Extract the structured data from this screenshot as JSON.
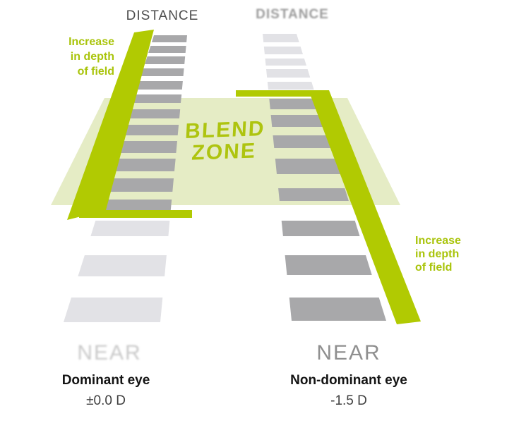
{
  "colors": {
    "accent_green": "#b1ca02",
    "blend_zone_fill": "#e5ecc5",
    "rung_focused": "#a8a8aa",
    "rung_blurred": "#e2e2e6",
    "distance_left_text": "#4d4d4d",
    "distance_right_text": "#9c9c9c",
    "near_left_text": "#c9c9c9",
    "near_right_text": "#8f8f8f",
    "eye_label_text": "#141414",
    "diopter_text": "#3f3f3f"
  },
  "blend_zone": {
    "line1": "BLEND",
    "line2": "ZONE"
  },
  "left_column": {
    "distance_label": "DISTANCE",
    "near_label": "NEAR",
    "eye_label": "Dominant eye",
    "diopter_value": "±0.0 D",
    "depth_of_field_note": [
      "Increase",
      "in depth",
      "of field"
    ]
  },
  "right_column": {
    "distance_label": "DISTANCE",
    "near_label": "NEAR",
    "eye_label": "Non-dominant eye",
    "diopter_value": "-1.5 D",
    "depth_of_field_note": [
      "Increase",
      "in depth",
      "of field"
    ]
  }
}
